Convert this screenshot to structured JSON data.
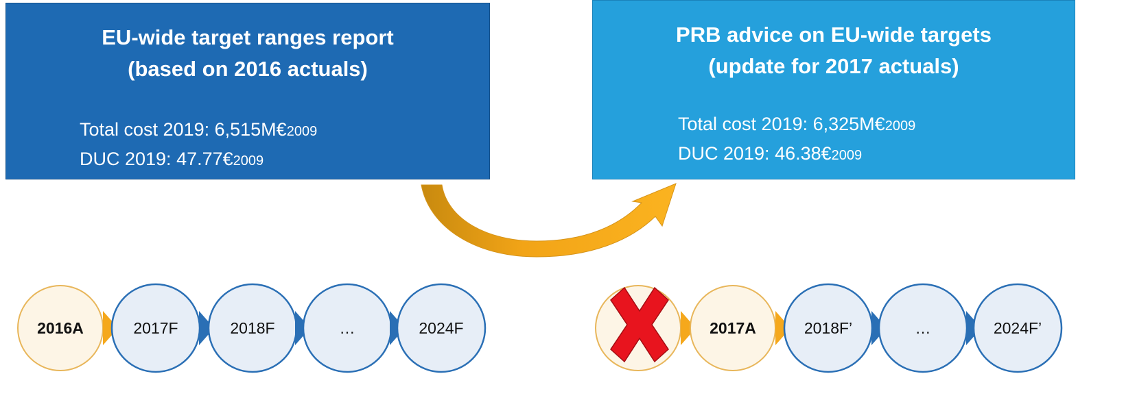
{
  "left_box": {
    "title_line1": "EU-wide target ranges report",
    "title_line2": "(based on 2016 actuals)",
    "total_cost_label": "Total cost 2019: 6,515M€",
    "total_cost_sub": "2009",
    "duc_label": "DUC 2019: 47.77€",
    "duc_sub": "2009"
  },
  "right_box": {
    "title_line1": "PRB advice on EU-wide targets",
    "title_line2": "(update for 2017 actuals)",
    "total_cost_label": "Total cost 2019: 6,325M€",
    "total_cost_sub": "2009",
    "duc_label": "DUC 2019: 46.38€",
    "duc_sub": "2009"
  },
  "left_timeline": [
    "2016A",
    "2017F",
    "2018F",
    "…",
    "2024F"
  ],
  "right_timeline": [
    "2017A",
    "2018F’",
    "…",
    "2024F’"
  ],
  "colors": {
    "dark_blue": "#1e6ab3",
    "light_blue": "#25a0dc",
    "arrow_gold": "#f5a81c",
    "circle_fill": "#e7eef7",
    "actual_fill": "#fdf5e6",
    "cross_red": "#e8141e"
  }
}
